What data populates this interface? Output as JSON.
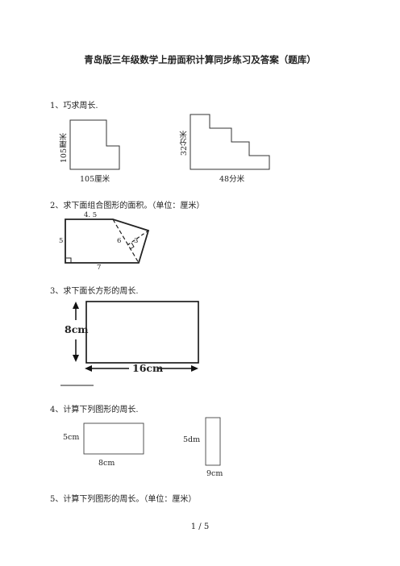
{
  "doc": {
    "title": "青岛版三年级数学上册面积计算同步练习及答案（题库）",
    "page_indicator": "1 / 5"
  },
  "q1": {
    "text": "1、巧求周长.",
    "fig1": {
      "bottom": "105厘米",
      "side": "105厘米"
    },
    "fig2": {
      "bottom": "48分米",
      "side": "32分米"
    }
  },
  "q2": {
    "text": "2、求下面组合图形的面积。（单位：厘米）",
    "labels": {
      "top": "4. 5",
      "left": "5",
      "bottom": "7",
      "height": "6",
      "slant": "3"
    }
  },
  "q3": {
    "text": "3、求下面长方形的周长.",
    "height": "8cm",
    "width": "16cm"
  },
  "q4": {
    "text": "4、计算下列图形的周长.",
    "fig1": {
      "height": "5cm",
      "width": "8cm"
    },
    "fig2": {
      "height": "5dm",
      "width": "9cm"
    }
  },
  "q5": {
    "text": "5、计算下列图形的周长。（单位：厘米）"
  }
}
